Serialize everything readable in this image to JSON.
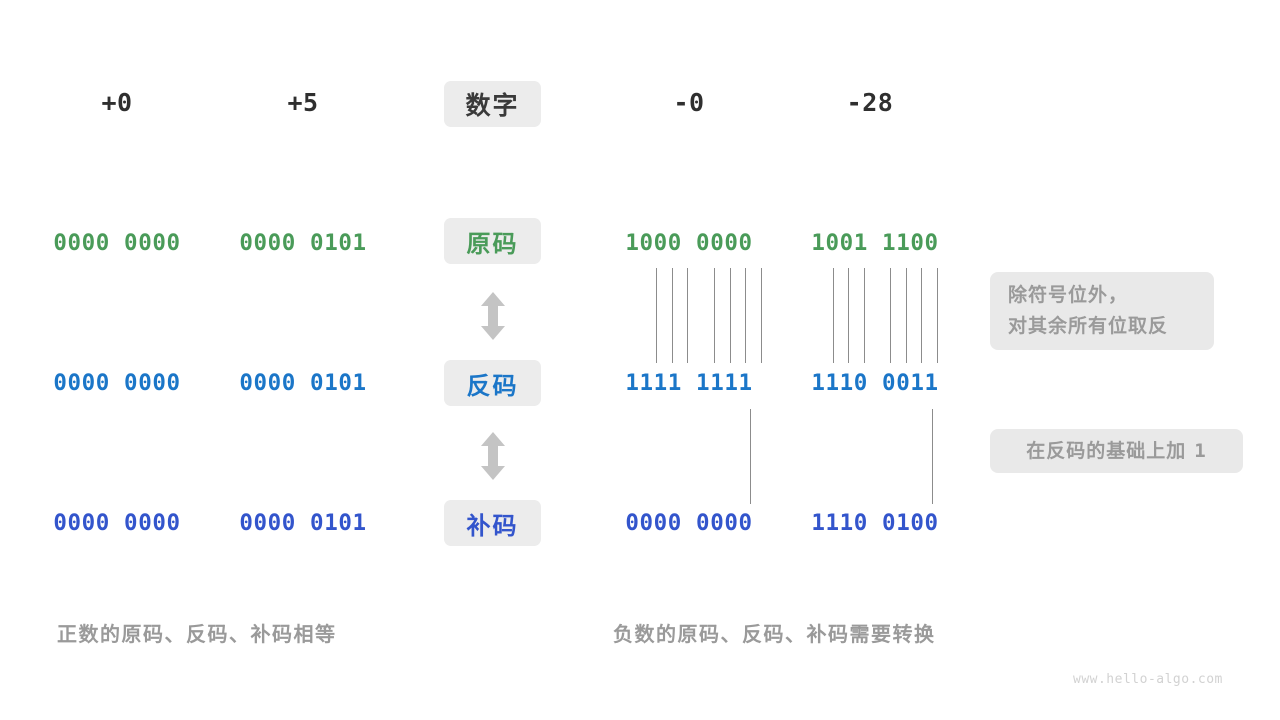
{
  "watermark": "www.hello-algo.com",
  "colors": {
    "original_code": "#4a9b59",
    "ones_complement": "#1b76c8",
    "twos_complement": "#3355cc",
    "pill_bg": "#ececec",
    "note_bg": "#e9e9e9",
    "note_text": "#9a9a9a",
    "line": "#8c8c8c",
    "background": "#ffffff"
  },
  "header": {
    "center_label": "数字",
    "columns": [
      {
        "label": "+0"
      },
      {
        "label": "+5"
      },
      {
        "label": "-0"
      },
      {
        "label": "-28"
      }
    ]
  },
  "rows": [
    {
      "label": "原码",
      "style": "original_code",
      "values": [
        "0000 0000",
        "0000 0101",
        "1000 0000",
        "1001 1100"
      ]
    },
    {
      "label": "反码",
      "style": "ones_complement",
      "values": [
        "0000 0000",
        "0000 0101",
        "1111 1111",
        "1110 0011"
      ]
    },
    {
      "label": "补码",
      "style": "twos_complement",
      "values": [
        "0000 0000",
        "0000 0101",
        "0000 0000",
        "1110 0100"
      ]
    }
  ],
  "notes": [
    {
      "line1": "除符号位外，",
      "line2": "对其余所有位取反"
    },
    {
      "line1": "在反码的基础上加",
      "suffix": "1"
    }
  ],
  "captions": {
    "left": "正数的原码、反码、补码相等",
    "right": "负数的原码、反码、补码需要转换"
  },
  "arrows": {
    "top": "double-arrow-vertical",
    "bottom": "double-arrow-vertical"
  }
}
